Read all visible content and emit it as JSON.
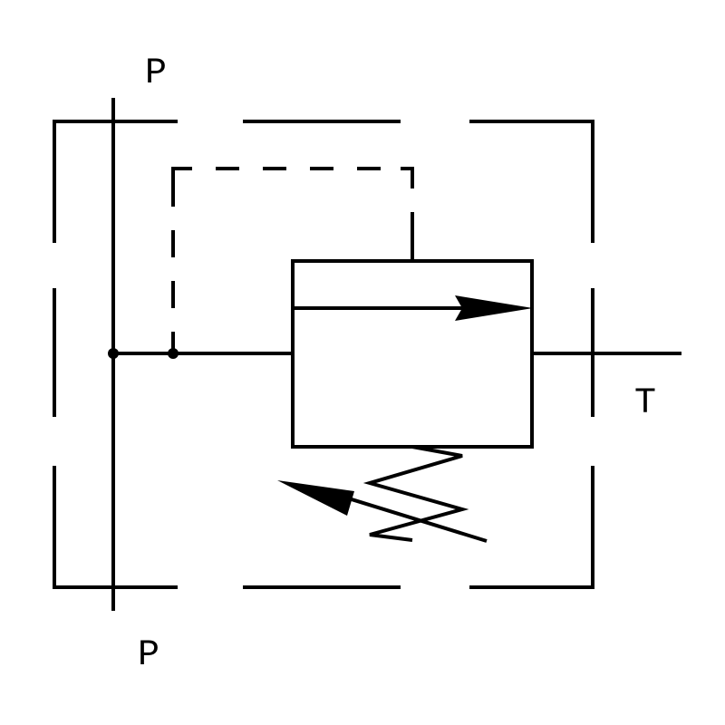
{
  "ports": {
    "p_top": "P",
    "p_bottom": "P",
    "t": "T"
  },
  "colors": {
    "stroke": "#000000",
    "background": "#ffffff"
  }
}
